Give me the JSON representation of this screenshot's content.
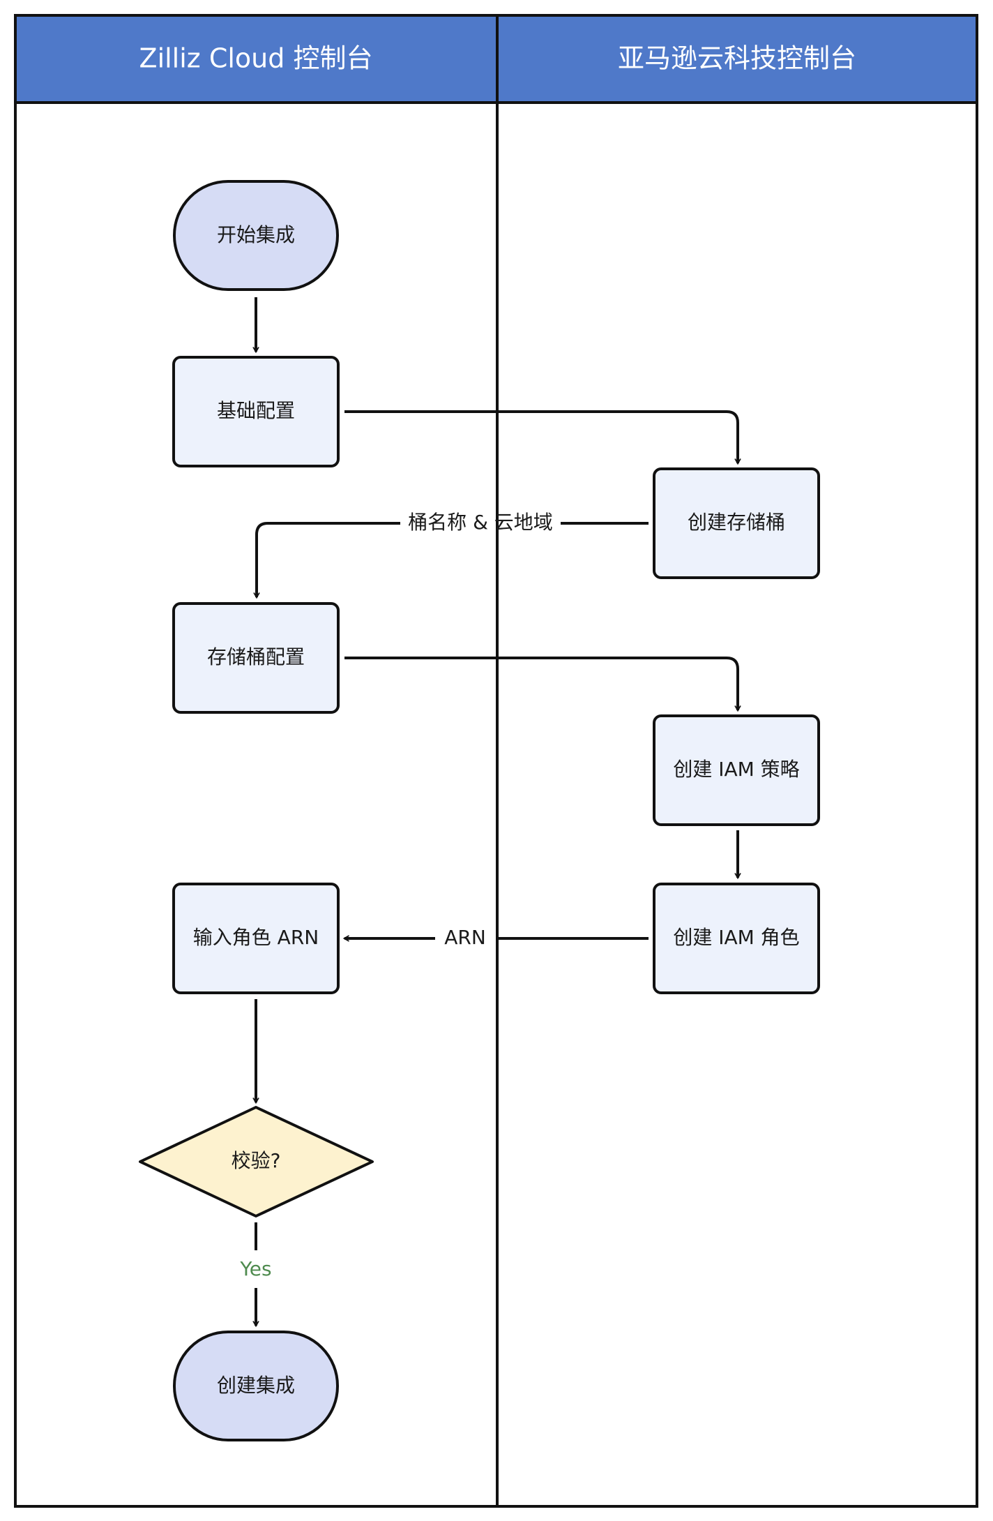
{
  "lanes": {
    "left_title": "Zilliz Cloud 控制台",
    "right_title": "亚马逊云科技控制台"
  },
  "nodes": {
    "start": "开始集成",
    "basic_config": "基础配置",
    "create_bucket": "创建存储桶",
    "bucket_config": "存储桶配置",
    "create_policy": "创建 IAM 策略",
    "create_role": "创建 IAM 角色",
    "input_arn": "输入角色 ARN",
    "validate": "校验?",
    "end": "创建集成"
  },
  "edges": {
    "bucket_info_label": "桶名称 & 云地域",
    "arn_label": "ARN",
    "yes_label": "Yes"
  },
  "colors": {
    "header": "#4f79c9",
    "terminal": "#d6dcf5",
    "process": "#edf2fc",
    "decision": "#fdf2cf",
    "yes_text": "#4f8b4f"
  }
}
